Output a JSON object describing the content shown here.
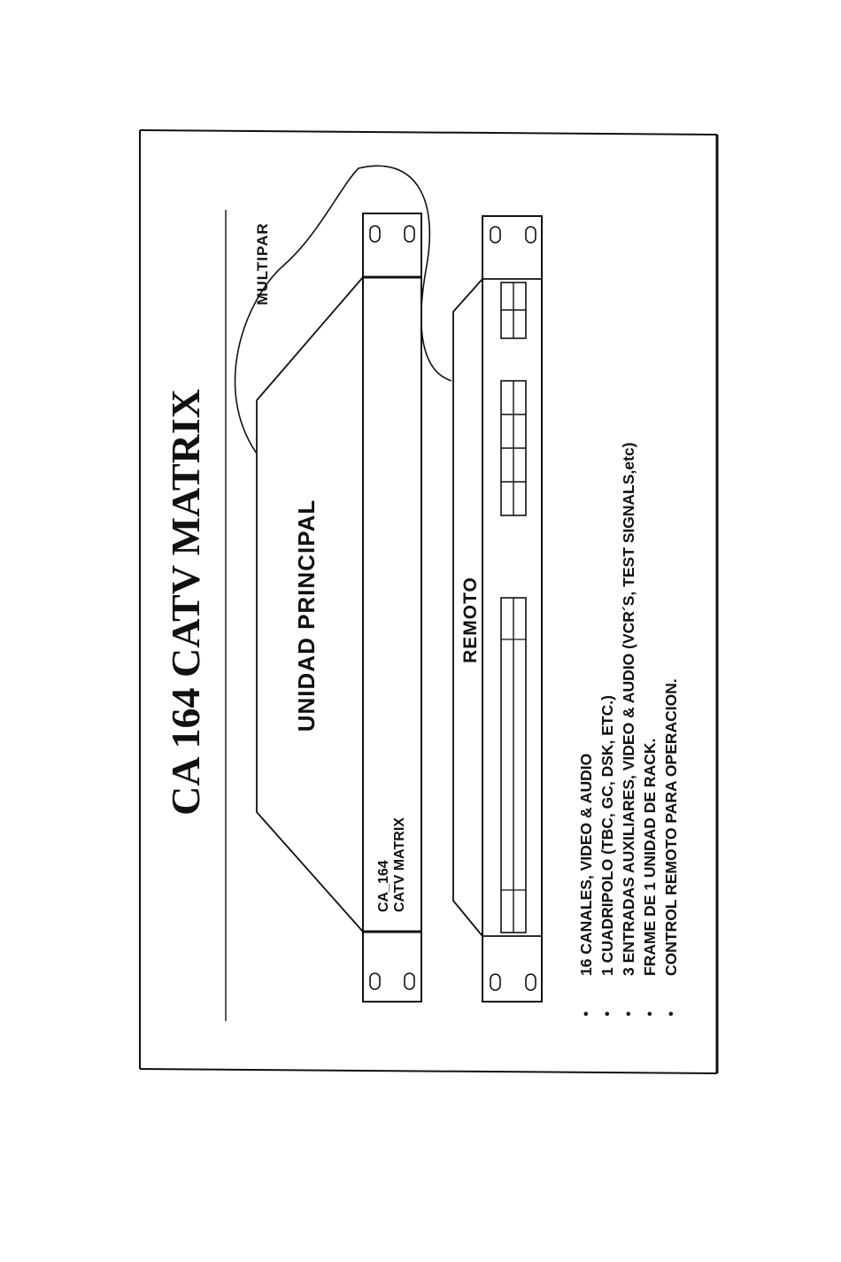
{
  "title": "CA 164 CATV MATRIX",
  "labels": {
    "multipar": "MULTIPAR",
    "unidad_principal": "UNIDAD PRINCIPAL",
    "remoto": "REMOTO",
    "front_panel_line1": "CA_164",
    "front_panel_line2": "CATV MATRIX"
  },
  "features": [
    "16 CANALES, VIDEO & AUDIO",
    "1 CUADRIPOLO (TBC, GC, DSK, ETC.)",
    "3 ENTRADAS AUXILIARES, VIDEO & AUDIO (VCR´S, TEST SIGNALS,etc)",
    "FRAME DE 1 UNIDAD DE RACK.",
    "CONTROL REMOTO PARA OPERACION."
  ],
  "bullet": "•"
}
